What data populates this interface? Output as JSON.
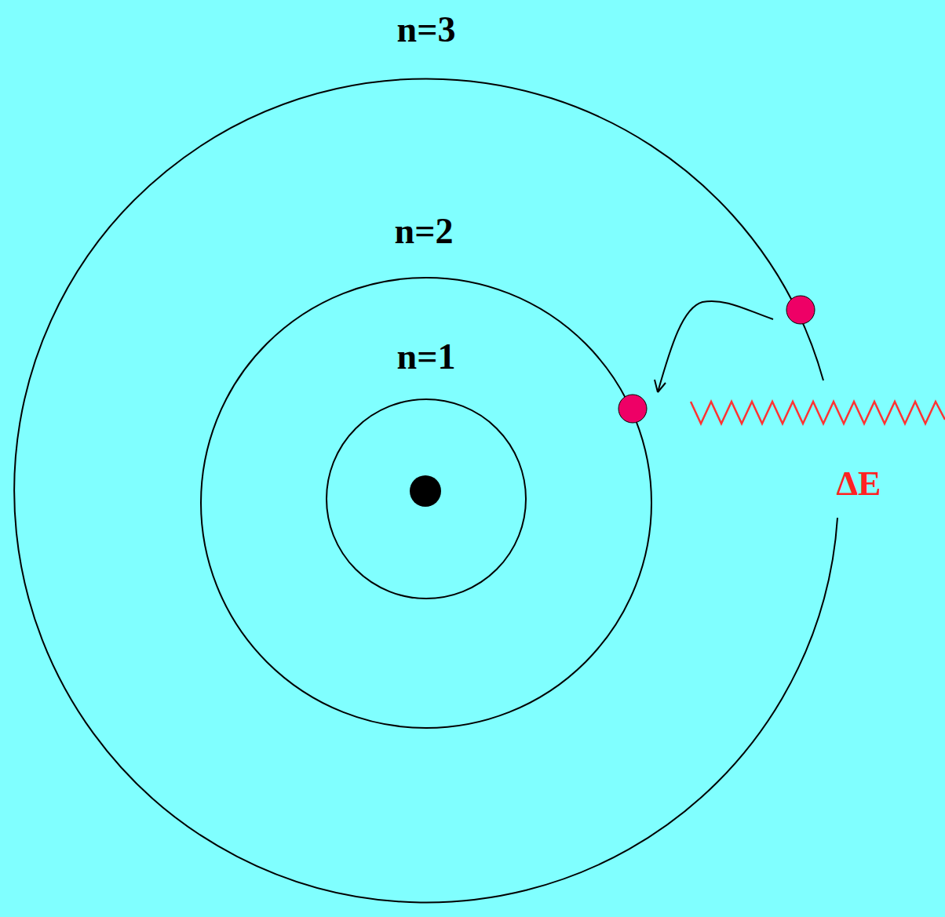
{
  "diagram": {
    "labels": [
      "n=3",
      "n=2",
      "n=1",
      "ΔE"
    ]
  }
}
